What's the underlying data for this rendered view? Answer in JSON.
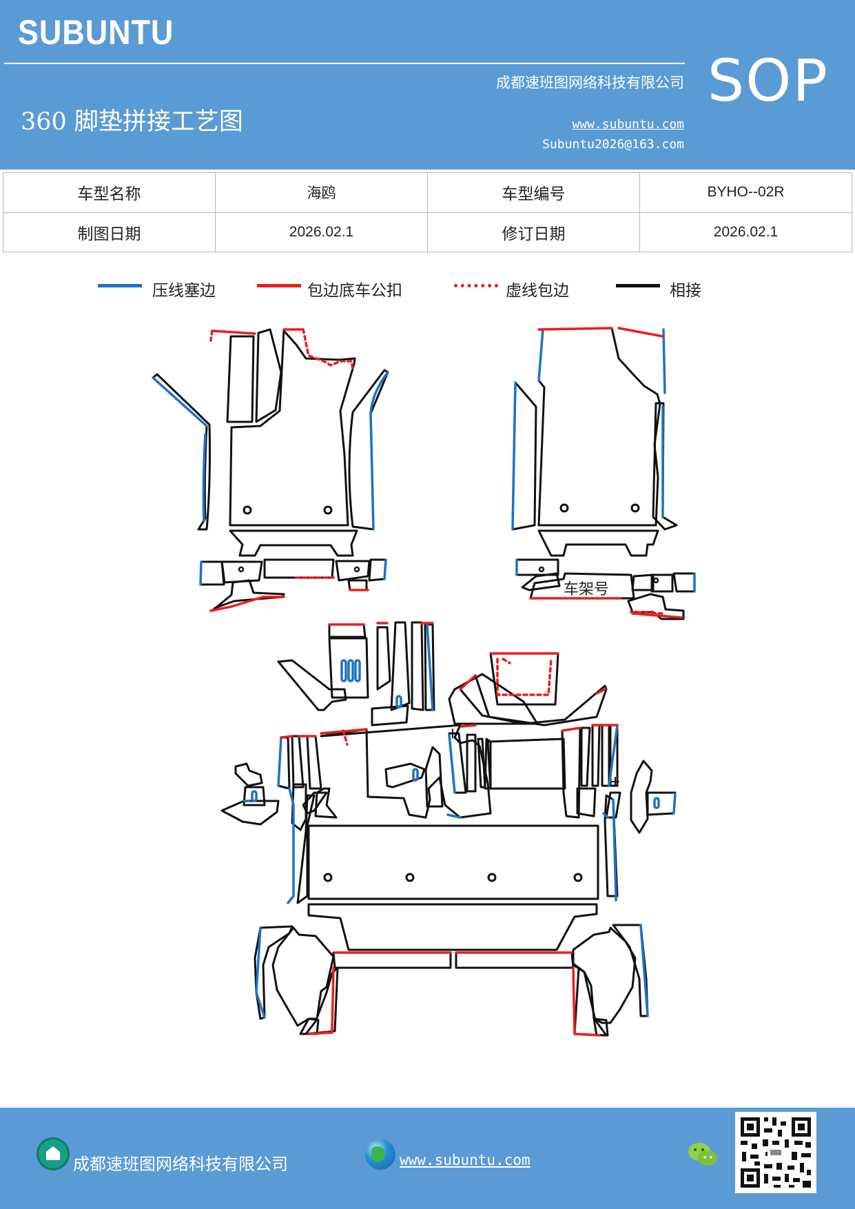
{
  "header": {
    "brand": "SUBUNTU",
    "sop": "SOP",
    "company": "成都速班图网络科技有限公司",
    "title": "360 脚垫拼接工艺图",
    "website": "www.subuntu.com",
    "email": "Subuntu2026@163.com"
  },
  "info_table": {
    "rows": [
      [
        "车型名称",
        "海鸥",
        "车型编号",
        "BYHO--02R"
      ],
      [
        "制图日期",
        "2026.02.1",
        "修订日期",
        "2026.02.1"
      ]
    ]
  },
  "legend": [
    {
      "label": "压线塞边",
      "style": "blue-solid",
      "color": "#1f73c2"
    },
    {
      "label": "包边底车公扣",
      "style": "red-solid",
      "color": "#ee1c1c"
    },
    {
      "label": "虚线包边",
      "style": "red-dotted",
      "color": "#ee1c1c"
    },
    {
      "label": "相接",
      "style": "black-solid",
      "color": "#111111"
    }
  ],
  "diagram": {
    "annotation": "车架号"
  },
  "footer": {
    "company": "成都速班图网络科技有限公司",
    "website": "www.subuntu.com",
    "icons": [
      "company-icon",
      "globe-icon",
      "wechat-icon",
      "qr-code"
    ]
  }
}
